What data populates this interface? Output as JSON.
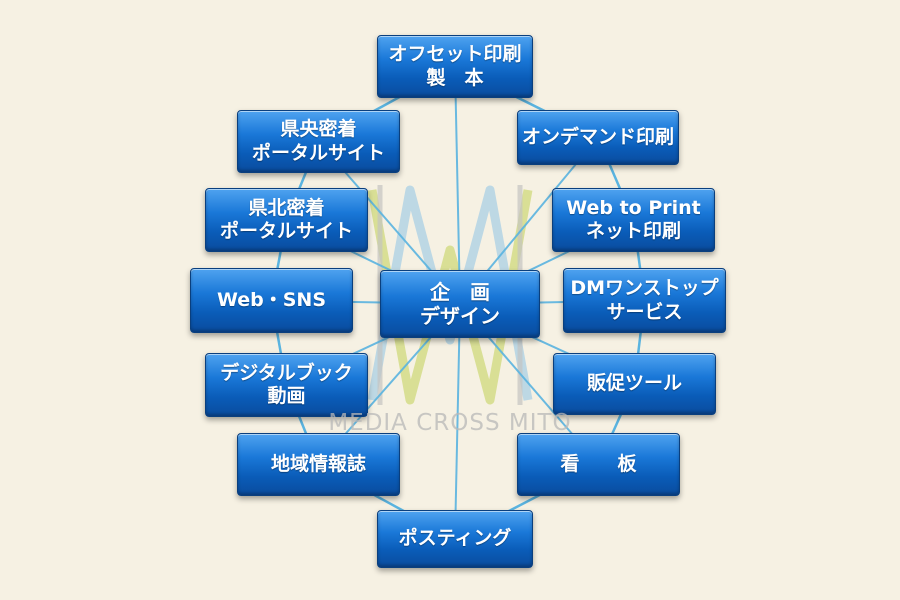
{
  "watermark": {
    "text": "MEDIA CROSS MITO"
  },
  "colors": {
    "background": "#f6f1e3",
    "connector": "#5ab4e0",
    "node": "#0a5cb8",
    "logo_green": "#c8d66a",
    "logo_blue": "#9cc9e6",
    "logo_gray": "#bcbcbc"
  },
  "center": {
    "lines": [
      "企　画",
      "デザイン"
    ]
  },
  "services": [
    {
      "id": "offset",
      "lines": [
        "オフセット印刷",
        "製　本"
      ]
    },
    {
      "id": "ondemand",
      "lines": [
        "オンデマンド印刷"
      ]
    },
    {
      "id": "webtoprint",
      "lines": [
        "Web to Print",
        "ネット印刷"
      ]
    },
    {
      "id": "dm",
      "lines": [
        "DMワンストップ",
        "サービス"
      ]
    },
    {
      "id": "hansoku",
      "lines": [
        "販促ツール"
      ]
    },
    {
      "id": "kanban",
      "lines": [
        "看　　板"
      ]
    },
    {
      "id": "posting",
      "lines": [
        "ポスティング"
      ]
    },
    {
      "id": "chiiki",
      "lines": [
        "地域情報誌"
      ]
    },
    {
      "id": "digital",
      "lines": [
        "デジタルブック",
        "動画"
      ]
    },
    {
      "id": "websns",
      "lines": [
        "Web・SNS"
      ]
    },
    {
      "id": "kenpoku",
      "lines": [
        "県北密着",
        "ポータルサイト"
      ]
    },
    {
      "id": "kenou",
      "lines": [
        "県央密着",
        "ポータルサイト"
      ]
    }
  ]
}
